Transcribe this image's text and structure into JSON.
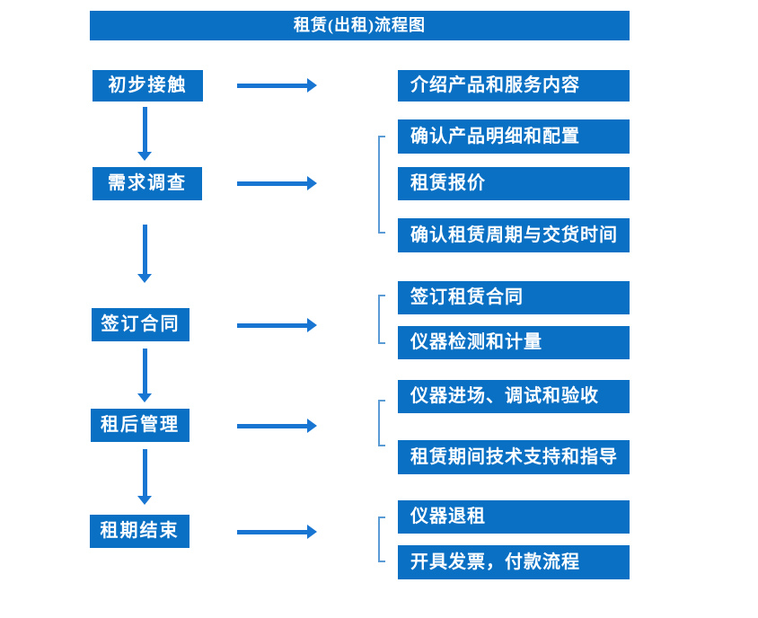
{
  "title": "租赁(出租)流程图",
  "colors": {
    "box_blue": "#0a70c4",
    "arrow_blue": "#1876d2",
    "bracket_blue": "#5b9bd5",
    "text_white": "#ffffff"
  },
  "steps": [
    {
      "label": "初步接触",
      "details": [
        "介绍产品和服务内容"
      ]
    },
    {
      "label": "需求调查",
      "details": [
        "确认产品明细和配置",
        "租赁报价",
        "确认租赁周期与交货时间"
      ]
    },
    {
      "label": "签订合同",
      "details": [
        "签订租赁合同",
        "仪器检测和计量"
      ]
    },
    {
      "label": "租后管理",
      "details": [
        "仪器进场、调试和验收",
        "租赁期间技术支持和指导"
      ]
    },
    {
      "label": "租期结束",
      "details": [
        "仪器退租",
        "开具发票，付款流程"
      ]
    }
  ]
}
